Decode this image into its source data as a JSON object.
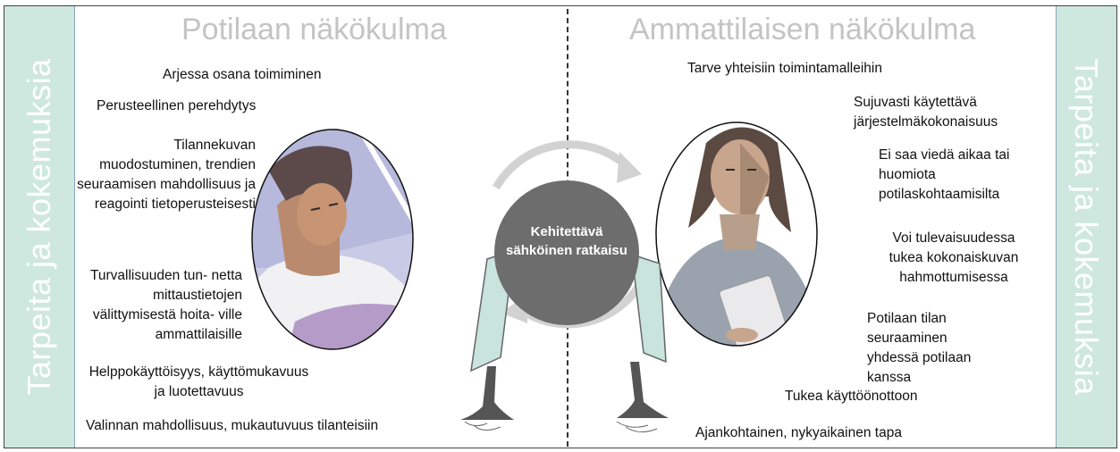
{
  "side_label_left": "Tarpeita ja kokemuksia",
  "side_label_right": "Tarpeita ja kokemuksia",
  "left_heading": "Potilaan näkökulma",
  "right_heading": "Ammattilaisen näkökulma",
  "center_label": "Kehitettävä sähköinen ratkaisu",
  "left_items": {
    "i1": "Arjessa osana toimiminen",
    "i2": "Perusteellinen perehdytys",
    "i3": "Tilannekuvan muodostuminen, trendien seuraamisen mahdollisuus ja reagointi tietoperusteisesti",
    "i4": "Turvallisuuden tun- netta mittaustietojen välittymisestä hoita- ville ammattilaisille",
    "i5": "Helppokäyttöisyys, käyttömukavuus ja luotettavuus",
    "i6": "Valinnan mahdollisuus, mukautuvuus tilanteisiin"
  },
  "right_items": {
    "i1": "Tarve yhteisiin toimintamalleihin",
    "i2": "Sujuvasti käytettävä järjestelmäkokonaisuus",
    "i3": "Ei saa viedä aikaa tai huomiota potilaskohtaamisilta",
    "i4": "Voi tulevaisuudessa tukea kokonaiskuvan hahmottumisessa",
    "i5": "Potilaan tilan seuraaminen yhdessä potilaan kanssa",
    "i6": "Tukea käyttöönottoon",
    "i7": "Ajankohtainen, nykyaikainen tapa"
  },
  "colors": {
    "side_band": "#cfe8df",
    "heading_gray": "#c4c4c4",
    "center_circle": "#6d6d6d",
    "cycle_arrows": "#d2d2d2",
    "screen_tint": "#c8e4dc"
  }
}
